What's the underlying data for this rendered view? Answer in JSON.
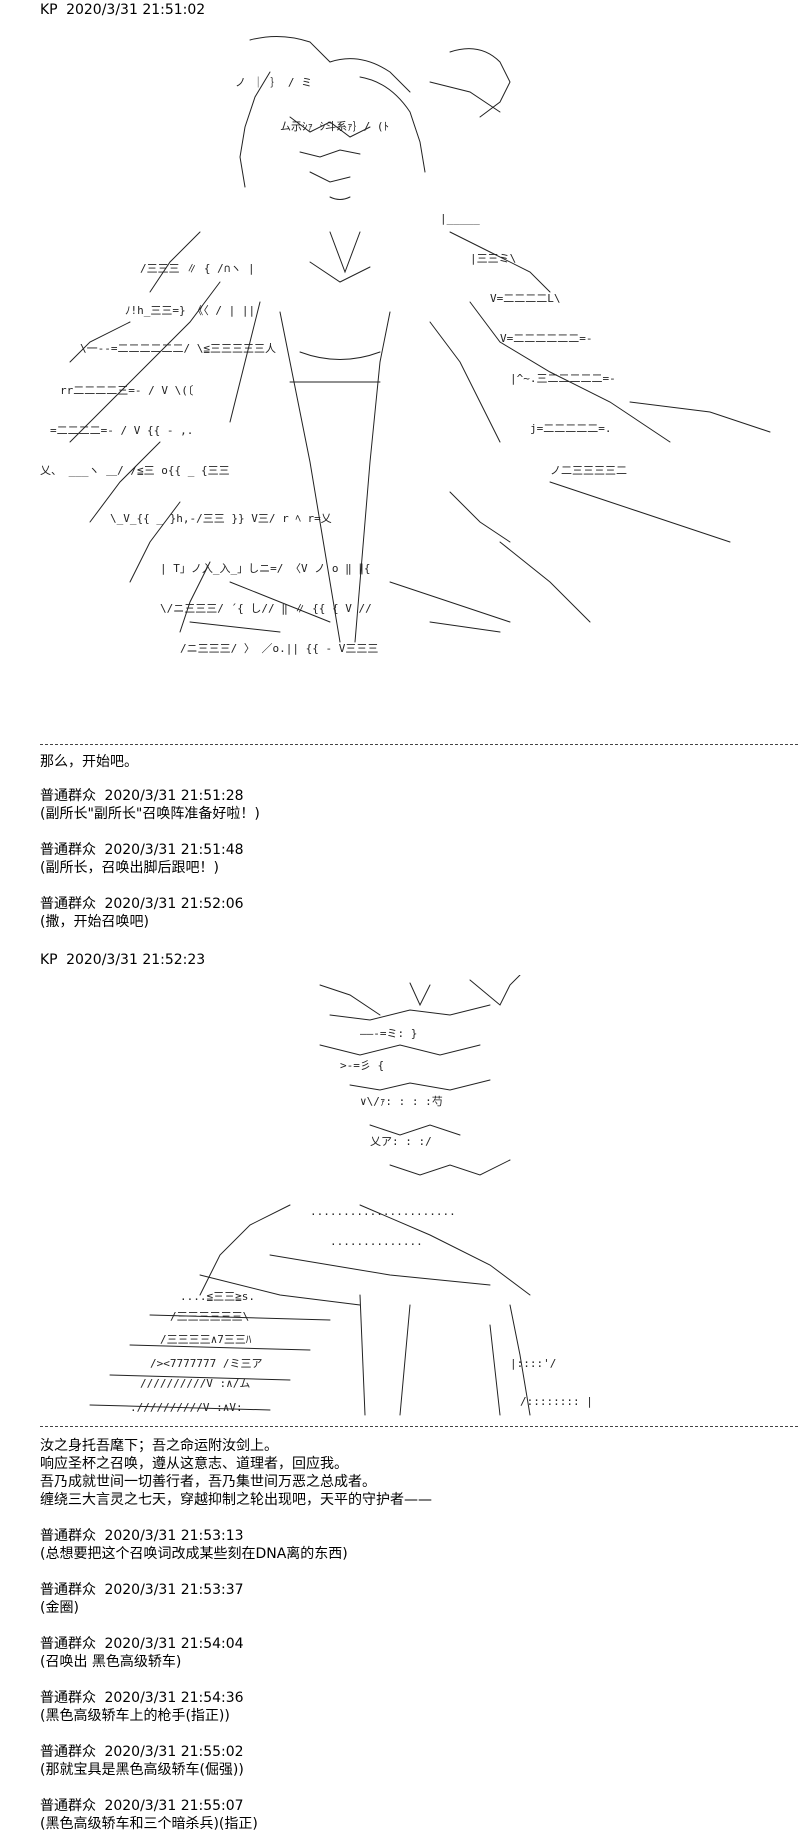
{
  "posts": [
    {
      "speaker": "KP",
      "time": "2020/3/31 21:51:02"
    },
    {
      "speaker": "普通群众",
      "time": "2020/3/31 21:51:28",
      "text": "(副所长\"副所长\"召唤阵准备好啦！)"
    },
    {
      "speaker": "普通群众",
      "time": "2020/3/31 21:51:48",
      "text": "(副所长，召唤出脚后跟吧！)"
    },
    {
      "speaker": "普通群众",
      "time": "2020/3/31 21:52:06",
      "text": "(撒，开始召唤吧)"
    },
    {
      "speaker": "KP",
      "time": "2020/3/31 21:52:23"
    },
    {
      "speaker": "普通群众",
      "time": "2020/3/31 21:53:13",
      "text": "(总想要把这个召唤词改成某些刻在DNA离的东西)"
    },
    {
      "speaker": "普通群众",
      "time": "2020/3/31 21:53:37",
      "text": "(金圈)"
    },
    {
      "speaker": "普通群众",
      "time": "2020/3/31 21:54:04",
      "text": "(召唤出 黑色高级轿车)"
    },
    {
      "speaker": "普通群众",
      "time": "2020/3/31 21:54:36",
      "text": "(黑色高级轿车上的枪手(指正))"
    },
    {
      "speaker": "普通群众",
      "time": "2020/3/31 21:55:02",
      "text": "(那就宝具是黑色高级轿车(倔强))"
    },
    {
      "speaker": "普通群众",
      "time": "2020/3/31 21:55:07",
      "text": "(黑色高级轿车和三个暗杀兵)(指正)"
    }
  ],
  "kp_text_1": "那么，开始吧。",
  "chant_lines": [
    "汝之身托吾麾下；吾之命运附汝剑上。",
    "响应圣杯之召唤，遵从这意志、道理者，回应我。",
    "吾乃成就世间一切善行者，吾乃集世间万恶之总成者。",
    "缠绕三大言灵之七天，穿越抑制之轮出现吧，天平的守护者——"
  ]
}
